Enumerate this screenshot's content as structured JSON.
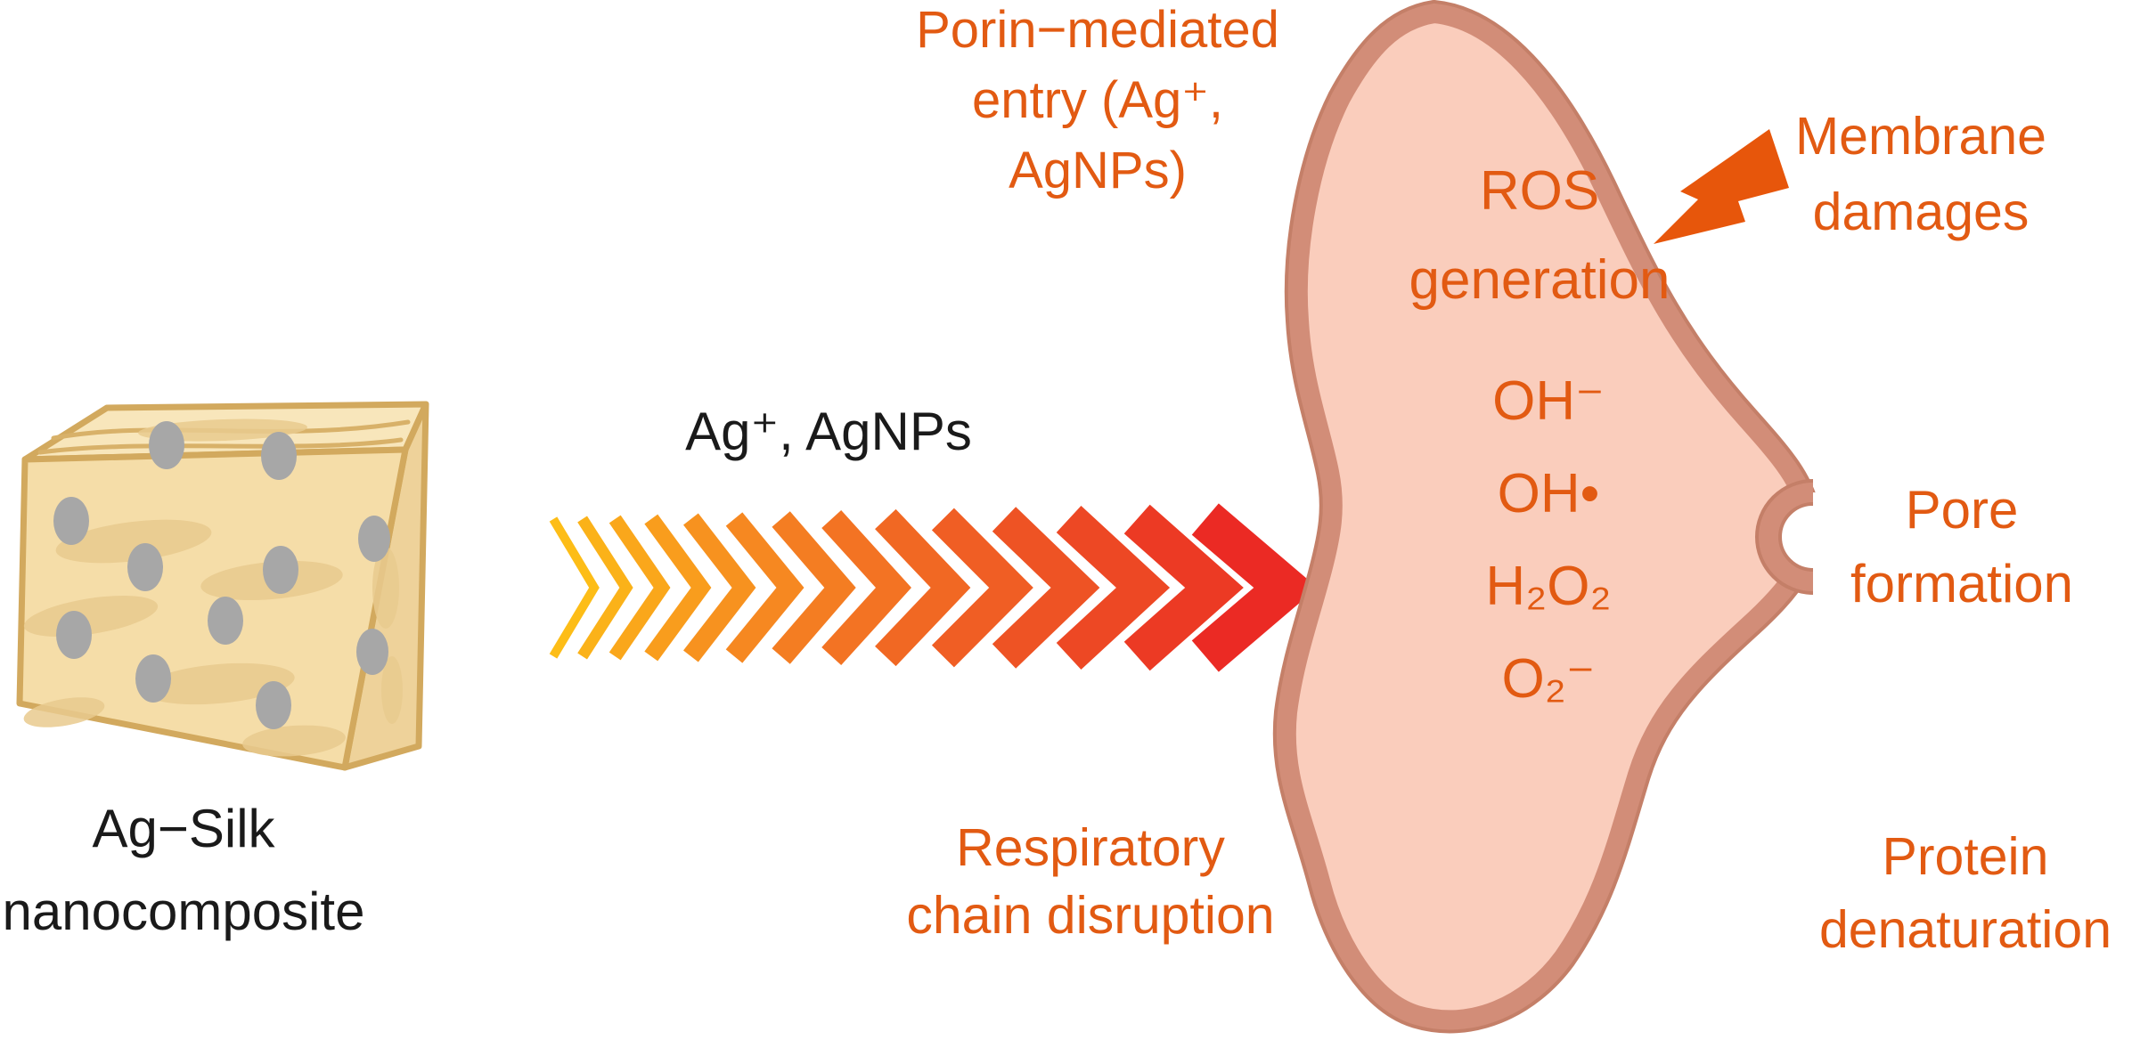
{
  "labels": {
    "nanocomposite": {
      "lines": [
        "Ag−Silk",
        "nanocomposite"
      ]
    },
    "arrow_caption": {
      "text": "Ag⁺, AgNPs"
    },
    "porin_entry": {
      "lines": [
        "Porin−mediated",
        "entry (Ag⁺,",
        "AgNPs)"
      ]
    },
    "membrane_damages": {
      "lines": [
        "Membrane",
        "damages"
      ]
    },
    "ros_generation": {
      "lines": [
        "ROS",
        "generation"
      ]
    },
    "ros_species": {
      "items": [
        "OH⁻",
        "OH•",
        "H₂O₂",
        "O₂⁻"
      ]
    },
    "pore_formation": {
      "lines": [
        "Pore",
        "formation"
      ]
    },
    "respiratory": {
      "lines": [
        "Respiratory",
        "chain disruption"
      ]
    },
    "protein": {
      "lines": [
        "Protein",
        "denaturation"
      ]
    }
  },
  "icons": {
    "membrane_damage": "lightning-bolt"
  },
  "colors": {
    "label_orange": "#e25a12",
    "label_black": "#1a1a1a",
    "cell_fill": "#facdbc",
    "cell_membrane": "#d28d78",
    "cell_membrane_edge": "#c47f68",
    "bolt_orange": "#e7560b",
    "silk_top": "#f8e6bb",
    "silk_front": "#f5dda8",
    "silk_side": "#eed29a",
    "silk_blob": "#e9cb8f",
    "silk_edge": "#d2a95e",
    "nanoparticle_gray": "#a7a7a7",
    "pore_gap": "#ffffff",
    "chevron_colors": [
      "#fdbd17",
      "#fbb219",
      "#faa71b",
      "#f99d1d",
      "#f7921f",
      "#f68821",
      "#f47d22",
      "#f37323",
      "#f16823",
      "#f05e24",
      "#ee5324",
      "#ed4824",
      "#ec3a24",
      "#eb2a24"
    ]
  }
}
